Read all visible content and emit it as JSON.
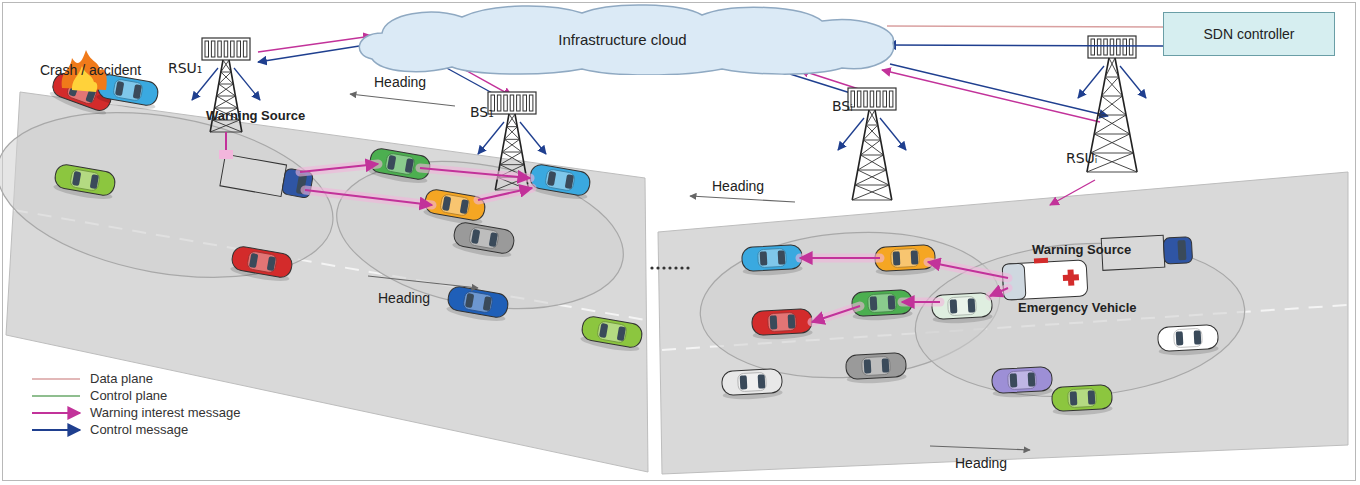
{
  "diagram": {
    "nodes": [
      {
        "text": [
          "Infrastructure cloud"
        ]
      },
      {
        "text": [
          "SDN controller"
        ]
      }
    ],
    "edges": [
      {
        "from": 1,
        "to": 0,
        "arrow": "none"
      },
      {
        "from": 1,
        "to": 0,
        "arrow": "to"
      }
    ],
    "labels": [
      "RSU₁",
      "BS₁",
      "BSᵢ",
      "RSUᵢ",
      "Crash / accident",
      "Warning Source",
      "Heading",
      "Heading",
      "Heading",
      "Heading",
      "Warning Source",
      "Emergency Vehicle"
    ],
    "legend": [
      {
        "text": "Data plane"
      },
      {
        "text": "Control plane"
      },
      {
        "text": "Warning interest message"
      },
      {
        "text": "Control message"
      }
    ]
  }
}
